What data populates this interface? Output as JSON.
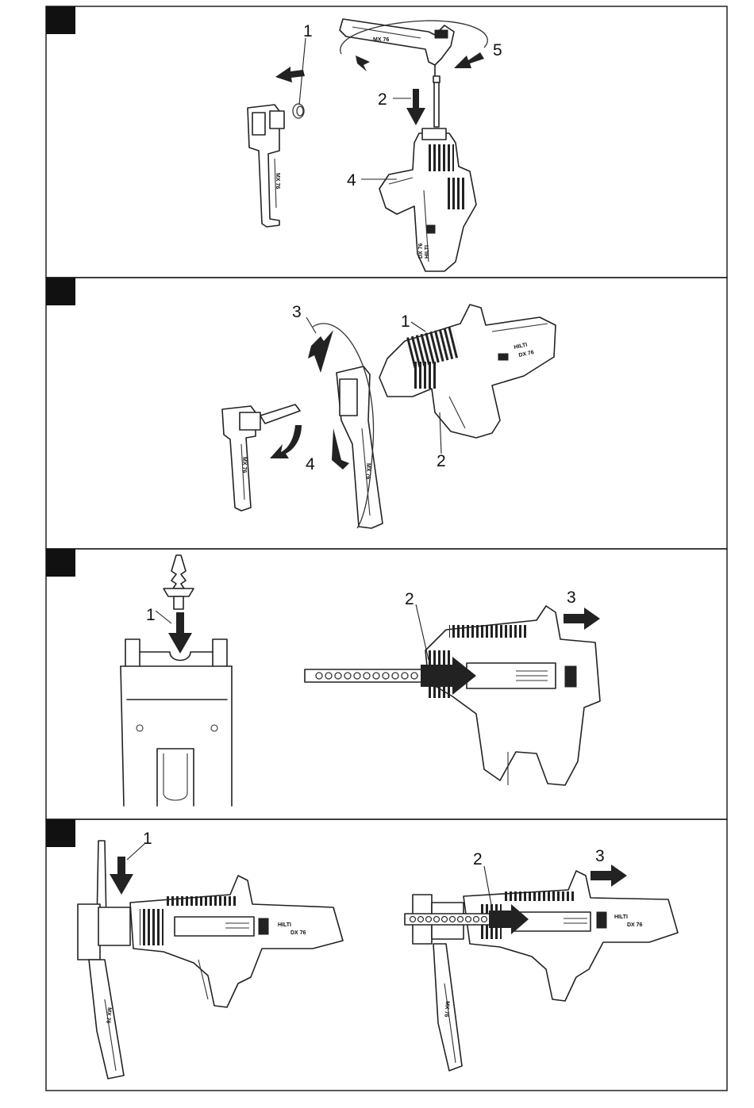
{
  "figure": {
    "panels": [
      {
        "callouts": [
          "1",
          "2",
          "4",
          "5"
        ],
        "tags": [
          "MX 76",
          "MX 76",
          "HILTI",
          "DX 76"
        ]
      },
      {
        "callouts": [
          "3",
          "1",
          "4",
          "2"
        ],
        "tags": [
          "HILTI",
          "DX 76",
          "MX 76",
          "MX 76"
        ]
      },
      {
        "callouts": [
          "1",
          "2",
          "3"
        ],
        "tags": []
      },
      {
        "callouts": [
          "1",
          "2",
          "3"
        ],
        "tags": [
          "HILTI",
          "DX 76",
          "MX 76",
          "HILTI",
          "DX 76",
          "MX 76"
        ]
      }
    ]
  }
}
